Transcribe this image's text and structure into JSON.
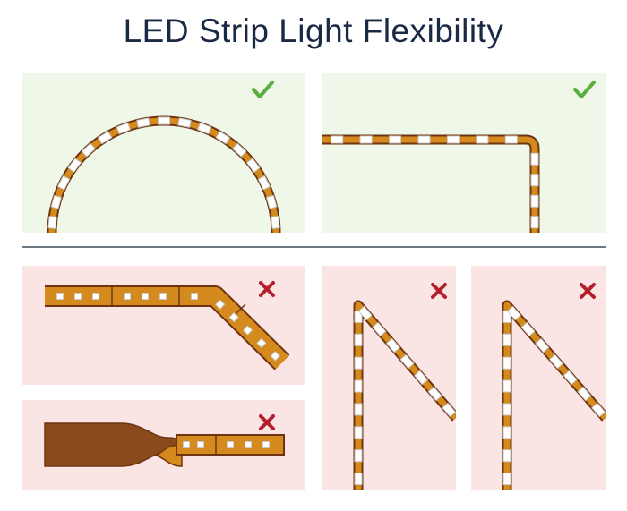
{
  "title": "LED Strip Light Flexibility",
  "colors": {
    "good_background": "#eff7e9",
    "bad_background": "#fbe4e4",
    "strip_fill": "#d48a1c",
    "strip_edge": "#6e3410",
    "led_chip": "#ffffff",
    "check_mark": "#5aae3e",
    "cross_mark": "#b31f2a",
    "divider": "#6b7780",
    "title_text": "#1b2a44"
  },
  "panels": [
    {
      "id": "arc-bend",
      "verdict": "good",
      "mark_icon": "check-icon"
    },
    {
      "id": "right-angle-bend",
      "verdict": "good",
      "mark_icon": "check-icon"
    },
    {
      "id": "segment-angled-bend",
      "verdict": "bad",
      "mark_icon": "cross-icon"
    },
    {
      "id": "twisted-strip",
      "verdict": "bad",
      "mark_icon": "cross-icon"
    },
    {
      "id": "sharp-zigzag-1",
      "verdict": "bad",
      "mark_icon": "cross-icon"
    },
    {
      "id": "sharp-zigzag-2",
      "verdict": "bad",
      "mark_icon": "cross-icon"
    }
  ]
}
